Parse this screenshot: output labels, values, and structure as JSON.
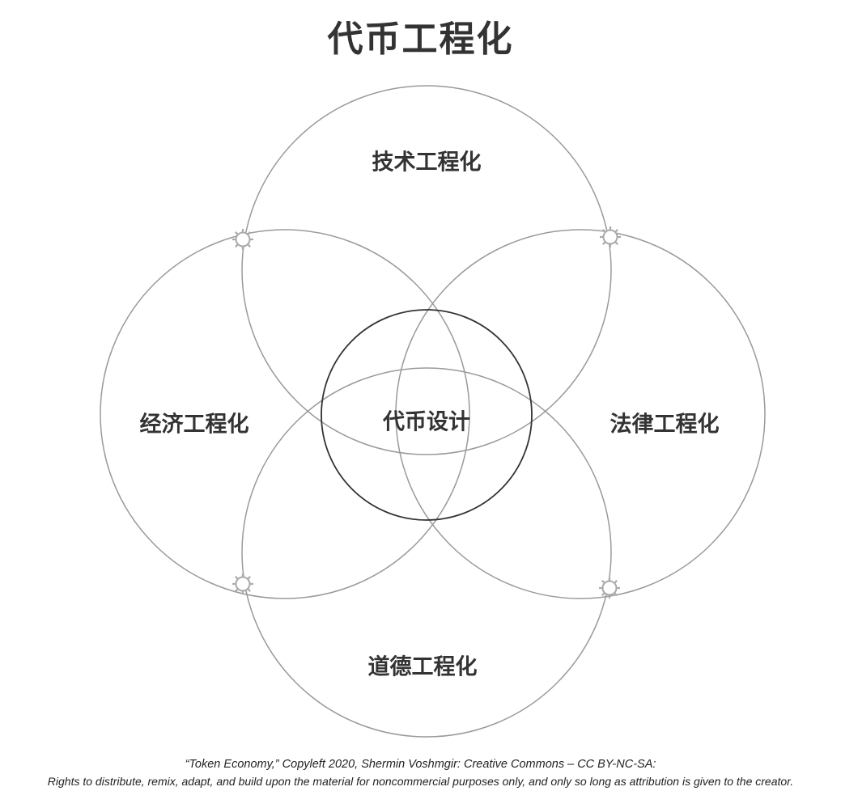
{
  "title": "代币工程化",
  "labels": {
    "top": "技术工程化",
    "left": "经济工程化",
    "center": "代币设计",
    "right": "法律工程化",
    "bottom": "道德工程化"
  },
  "footer": {
    "line1": "“Token Economy,” Copyleft 2020, Shermin Voshmgir: Creative Commons – CC BY-NC-SA:",
    "line2": "Rights to distribute, remix, adapt, and build upon the material  for noncommercial purposes only, and only so long as attribution is given to the creator."
  },
  "colors": {
    "outer_circle": "#9a9a9a",
    "inner_circle": "#333333",
    "text": "#333333",
    "gear_icon": "#aaaaaa"
  },
  "icons": [
    "gear-icon"
  ]
}
